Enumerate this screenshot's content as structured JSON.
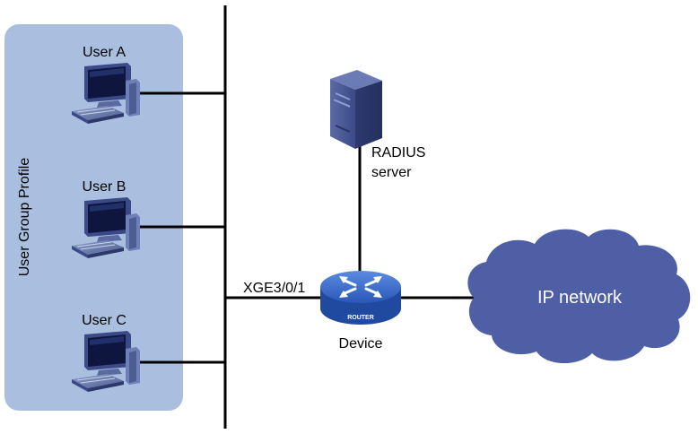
{
  "group": {
    "label": "User Group Profile",
    "fill": "#aabfe0"
  },
  "users": [
    {
      "label": "User A"
    },
    {
      "label": "User B"
    },
    {
      "label": "User C"
    }
  ],
  "server": {
    "label_line1": "RADIUS",
    "label_line2": "server"
  },
  "device": {
    "label": "Device",
    "badge": "ROUTER",
    "port": "XGE3/0/1"
  },
  "network": {
    "label": "IP network",
    "fill": "#4e5fa6"
  },
  "colors": {
    "router_blue": "#2a57b8",
    "server_blue": "#4a5a9a"
  }
}
